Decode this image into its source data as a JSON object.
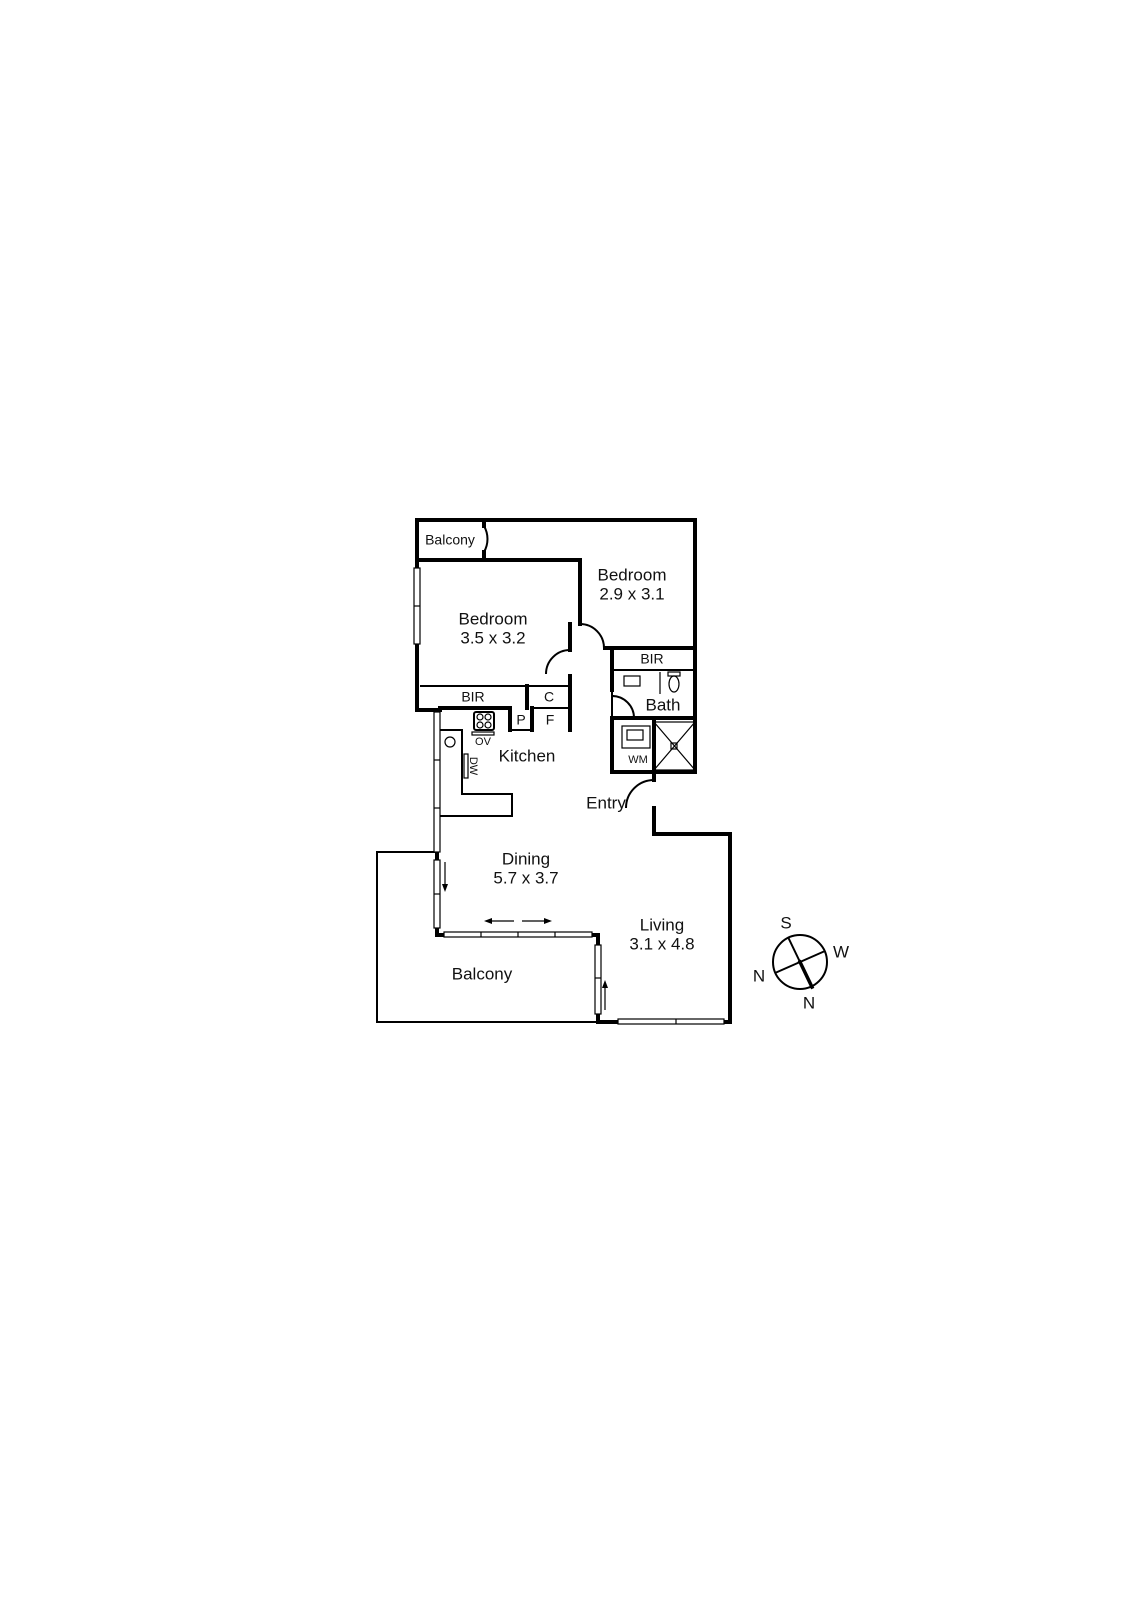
{
  "floorplan": {
    "rooms": [
      {
        "id": "balcony-top",
        "name": "Balcony",
        "dims": ""
      },
      {
        "id": "bedroom-2",
        "name": "Bedroom",
        "dims": "2.9 x 3.1"
      },
      {
        "id": "bedroom-1",
        "name": "Bedroom",
        "dims": "3.5 x 3.2"
      },
      {
        "id": "kitchen",
        "name": "Kitchen",
        "dims": ""
      },
      {
        "id": "bath",
        "name": "Bath",
        "dims": ""
      },
      {
        "id": "entry",
        "name": "Entry",
        "dims": ""
      },
      {
        "id": "dining",
        "name": "Dining",
        "dims": "5.7 x 3.7"
      },
      {
        "id": "living",
        "name": "Living",
        "dims": "3.1 x 4.8"
      },
      {
        "id": "balcony-main",
        "name": "Balcony",
        "dims": ""
      }
    ],
    "fixtures": {
      "bir_1": "BIR",
      "bir_2": "BIR",
      "cupboard": "C",
      "pantry": "P",
      "fridge": "F",
      "oven": "OV",
      "dishwasher": "DW",
      "washing_machine": "WM"
    },
    "compass": {
      "top": "S",
      "right": "W",
      "left": "N",
      "bottom": "N"
    },
    "colors": {
      "wall": "#000000",
      "background": "#ffffff"
    }
  }
}
